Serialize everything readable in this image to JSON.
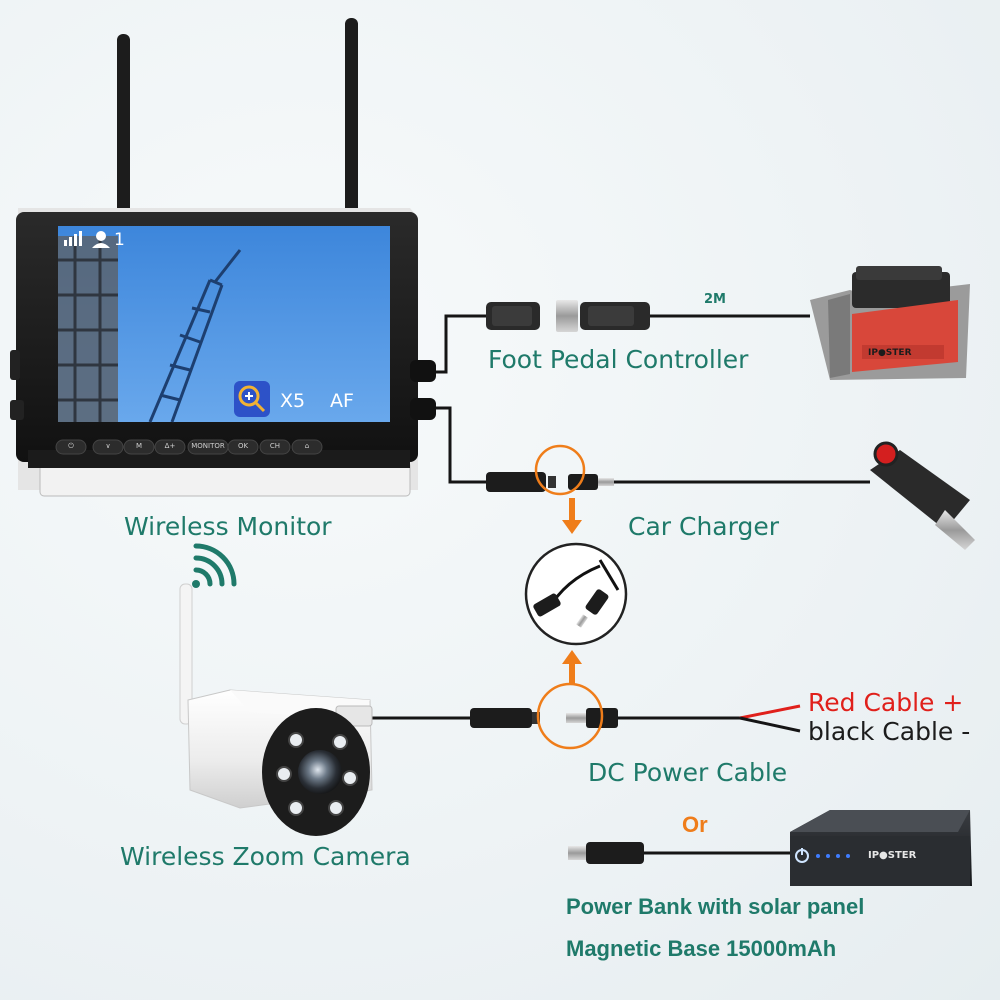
{
  "labels": {
    "wireless_monitor": "Wireless Monitor",
    "foot_pedal_controller": "Foot Pedal Controller",
    "cable_length": "2M",
    "car_charger": "Car Charger",
    "wireless_zoom_camera": "Wireless Zoom Camera",
    "red_cable": "Red Cable +",
    "black_cable": "black Cable -",
    "dc_power_cable": "DC Power Cable",
    "or": "Or",
    "power_bank_line1": "Power Bank with solar panel",
    "power_bank_line2": "Magnetic Base 15000mAh"
  },
  "monitor_screen": {
    "channel": "1",
    "zoom_level": "X5",
    "focus_mode": "AF"
  },
  "monitor_buttons": [
    "⏻",
    "∨",
    "M",
    "Δ+",
    "MONITOR",
    "OK",
    "CH",
    "⌂"
  ],
  "pedal_brand": "IP●STER",
  "powerbank_brand": "IP●STER",
  "colors": {
    "label_green": "#1f7a6a",
    "accent_orange": "#ef7d1a",
    "red_cable": "#e0201b",
    "screen_sky": "#4a8fe0",
    "pedal_red": "#d8473a"
  },
  "icons": [
    "wifi-signal-icon",
    "user-icon",
    "zoom-in-icon",
    "wireless-waves-icon",
    "arrow-down-icon",
    "arrow-up-icon",
    "power-icon"
  ]
}
